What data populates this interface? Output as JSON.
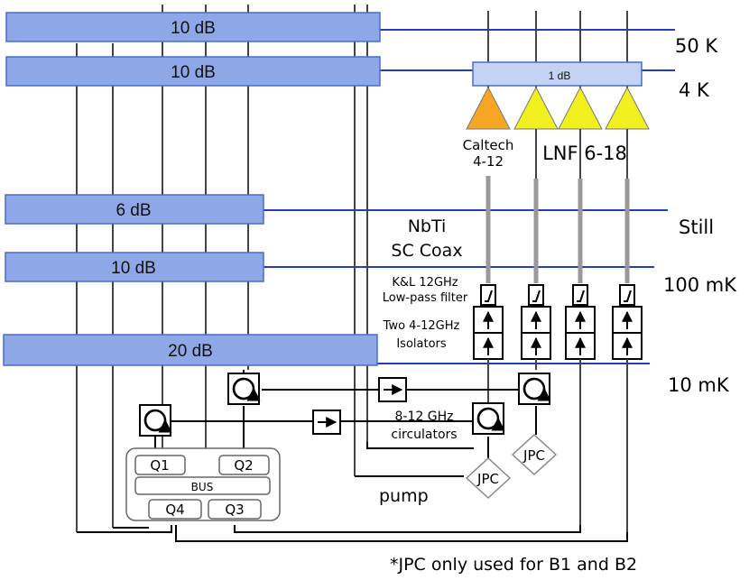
{
  "temperature_stages": {
    "k50": "50 K",
    "k4": "4 K",
    "still": "Still",
    "mk100": "100 mK",
    "mk10": "10 mK"
  },
  "attenuators": {
    "a50k": "10 dB",
    "a4k": "10 dB",
    "amp_bar": "1 dB",
    "still": "6 dB",
    "mk100": "10 dB",
    "mk10": "20 dB"
  },
  "amplifiers": {
    "caltech_line1": "Caltech",
    "caltech_line2": "4-12",
    "lnf": "LNF 6-18"
  },
  "annotations": {
    "coax_line1": "NbTi",
    "coax_line2": "SC Coax",
    "filter_line1": "K&L 12GHz",
    "filter_line2": "Low-pass filter",
    "isolator_line1": "Two 4-12GHz",
    "isolator_line2": "Isolators",
    "circ_line1": "8-12 GHz",
    "circ_line2": "circulators",
    "pump": "pump",
    "footnote": "*JPC only used for B1 and B2"
  },
  "chip": {
    "q1": "Q1",
    "q2": "Q2",
    "bus": "BUS",
    "q4": "Q4",
    "q3": "Q3"
  },
  "jpc_label": "JPC",
  "colors": {
    "stage_line": "#1f3fbf",
    "attenuator_fill": "#8ea7e6",
    "attenuator_border": "#4b6ccc",
    "caltech_amp": "#f5a623",
    "lnf_amp": "#f2ef1f",
    "coax_gray": "#999999"
  }
}
